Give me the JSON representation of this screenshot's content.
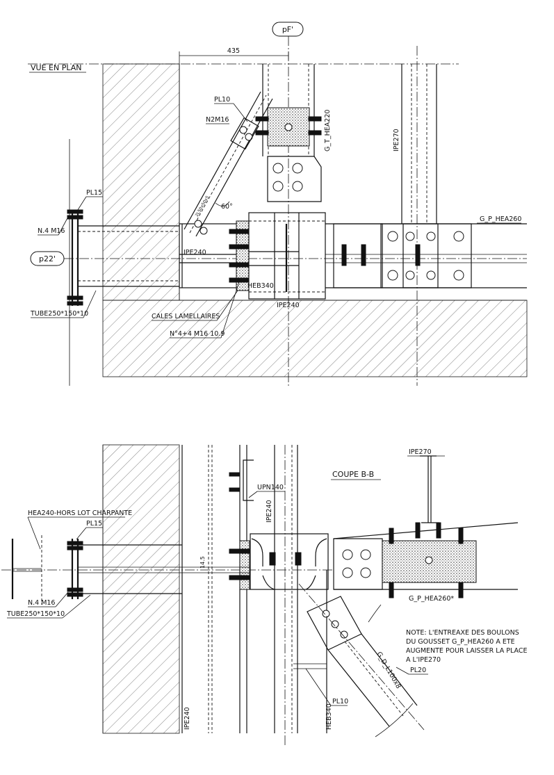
{
  "plan_view": {
    "title": "VUE EN PLAN",
    "axis_top": "pF'",
    "axis_left": "p22'",
    "dimension": "435",
    "labels": {
      "pl10": "PL10",
      "n2m16": "N2M16",
      "g_t_hea220": "G_T_HEA220",
      "ipe270": "IPE270",
      "pl15": "PL15",
      "n4_m16": "N.4  M16",
      "g_p_hea260": "G_P_HEA260",
      "ipe240_left": "IPE240",
      "heb340": "HEB340",
      "ipe240_bottom": "IPE240",
      "tube": "TUBE250*150*10",
      "cales": "CALES  LAMELLAIRES",
      "bolts": "N°4+4  M16  10.9",
      "angle": "60°",
      "diag": "2L50x50x5"
    }
  },
  "section_view": {
    "title": "COUPE B-B",
    "labels": {
      "hea240_hors_lot": "HEA240-HORS LOT CHARPANTE",
      "pl15": "PL15",
      "n4_m16": "N.4  M16",
      "tube": "TUBE250*150*10",
      "upn140": "UPN140",
      "ipe240_top": "IPE240",
      "ipe270": "IPE270",
      "g_p_hea260": "G_P_HEA260*",
      "g_d_l100": "G_D_L100x8",
      "pl20": "PL20",
      "pl10": "PL10",
      "heb340": "HEB340",
      "ipe240_bottom": "IPE240",
      "dim_145": "14.5"
    },
    "note_lines": [
      "NOTE: L'ENTREAXE DES BOULONS",
      "DU GOUSSET G_P_HEA260 A ETE",
      "AUGMENTE POUR LAISSER LA PLACE",
      "A L'IPE270"
    ]
  }
}
